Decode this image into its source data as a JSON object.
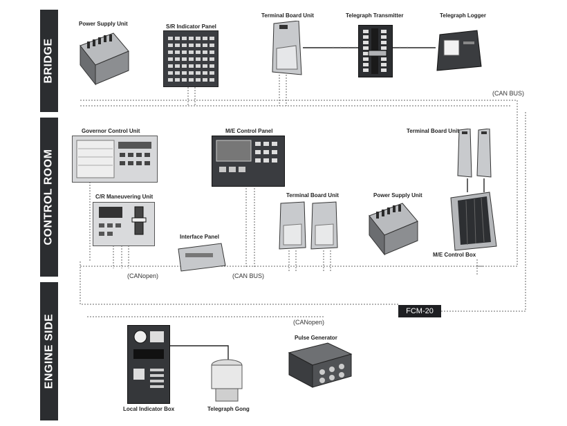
{
  "zones": {
    "bridge": "BRIDGE",
    "control_room": "CONTROL ROOM",
    "engine_side": "ENGINE SIDE"
  },
  "labels": {
    "power_supply_unit_bridge": "Power Supply Unit",
    "sr_indicator_panel": "S/R Indicator Panel",
    "terminal_board_unit_bridge": "Terminal Board Unit",
    "telegraph_transmitter": "Telegraph Transmitter",
    "telegraph_logger": "Telegraph Logger",
    "governor_control_unit": "Governor Control Unit",
    "me_control_panel": "M/E Control Panel",
    "terminal_board_unit_cr_right": "Terminal Board Unit",
    "cr_maneuvering_unit": "C/R Maneuvering Unit",
    "terminal_board_unit_cr_mid": "Terminal Board Unit",
    "power_supply_unit_cr": "Power Supply Unit",
    "interface_panel": "Interface Panel",
    "me_control_box": "M/E Control Box",
    "pulse_generator": "Pulse Generator",
    "local_indicator_box": "Local Indicator Box",
    "telegraph_gong": "Telegraph Gong"
  },
  "buses": {
    "can_bus_top": "(CAN BUS)",
    "can_bus_bottom": "(CAN BUS)",
    "canopen_left": "(CANopen)",
    "canopen_engine": "(CANopen)",
    "fcm": "FCM-20"
  },
  "colors": {
    "side_bar": "#2b2d30",
    "device_dark": "#3a3c40",
    "device_light": "#c9cbcf",
    "line": "#555555"
  }
}
